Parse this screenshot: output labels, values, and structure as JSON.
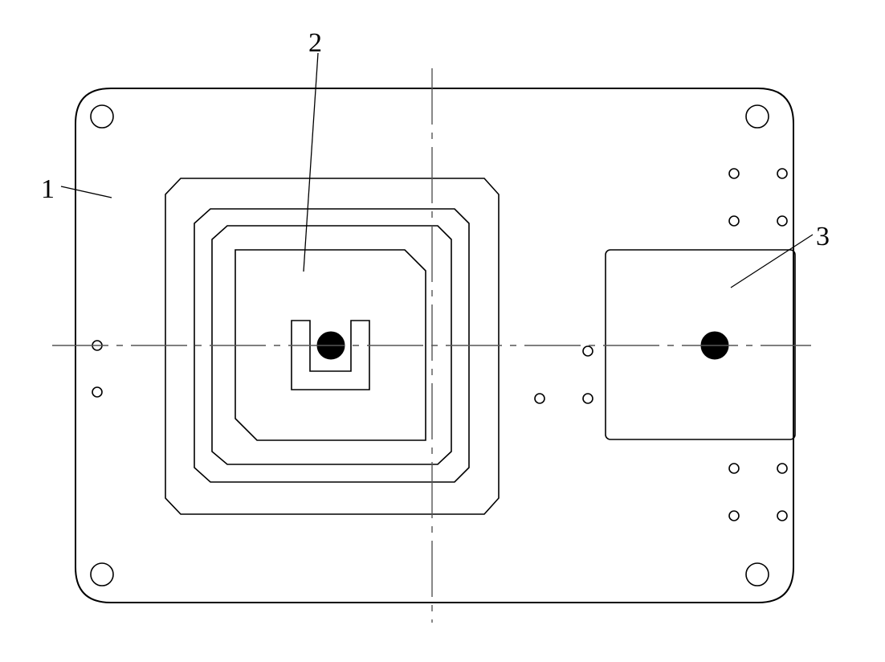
{
  "labels": {
    "part1": "1",
    "part2": "2",
    "part3": "3"
  },
  "colors": {
    "line": "#000000",
    "centerline": "#555555",
    "background": "#ffffff"
  }
}
